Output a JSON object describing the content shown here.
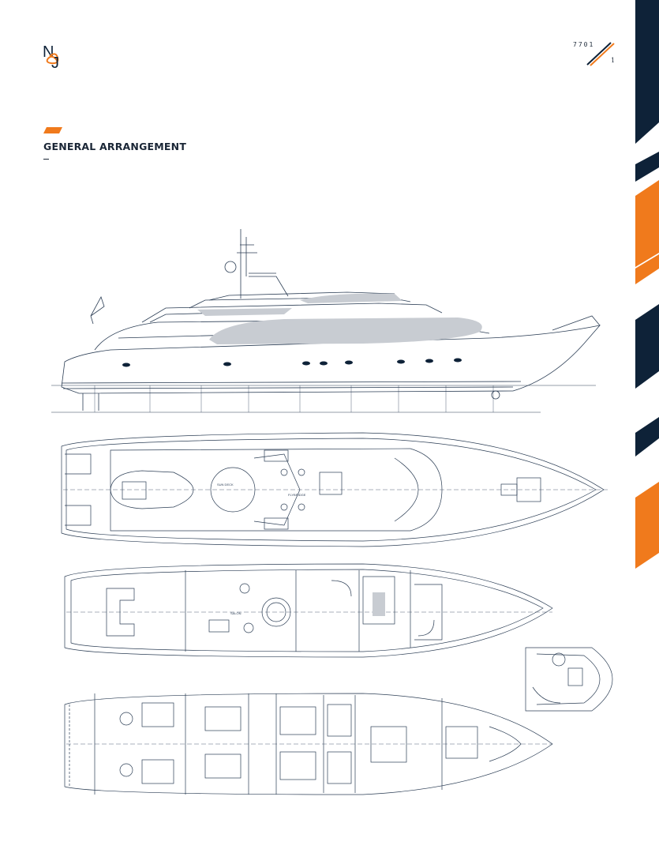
{
  "header": {
    "logo_text": "NJ",
    "doc_number": "7701",
    "page_number": "1"
  },
  "section": {
    "title": "GENERAL ARRANGEMENT"
  },
  "drawing": {
    "views": [
      "profile",
      "sun-deck",
      "main-deck",
      "lower-deck"
    ]
  },
  "colors": {
    "navy": "#0e2238",
    "orange": "#f07a1c",
    "line": "#2c3e55",
    "tint": "#c8ccd2"
  }
}
